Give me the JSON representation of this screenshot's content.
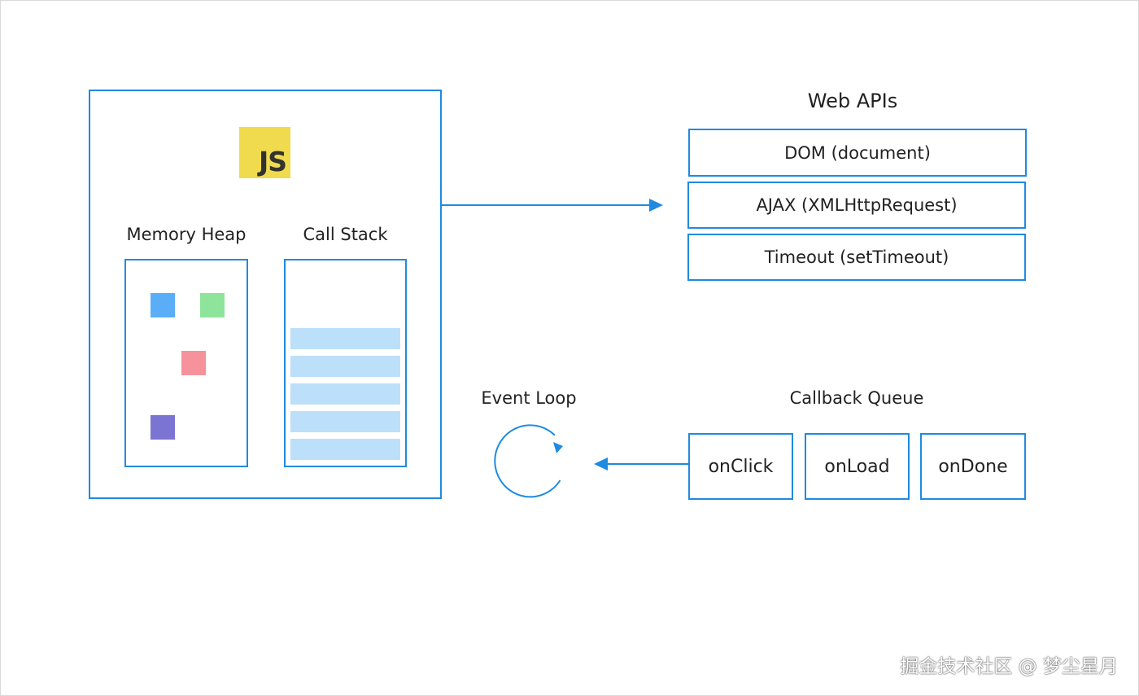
{
  "engine": {
    "logo_text": "JS",
    "memory_heap_label": "Memory Heap",
    "call_stack_label": "Call Stack",
    "heap_object_colors": [
      "#5aaef7",
      "#8ee49a",
      "#f5929c",
      "#7b74d2"
    ],
    "call_stack_frame_count": 5
  },
  "web_apis": {
    "title": "Web APIs",
    "items": [
      "DOM (document)",
      "AJAX (XMLHttpRequest)",
      "Timeout (setTimeout)"
    ]
  },
  "event_loop": {
    "label": "Event Loop"
  },
  "callback_queue": {
    "title": "Callback Queue",
    "items": [
      "onClick",
      "onLoad",
      "onDone"
    ]
  },
  "watermark": "掘金技术社区 @ 梦尘星月",
  "colors": {
    "accent": "#1f8ae0",
    "stack_frame": "#bcdffa",
    "js_yellow": "#f0db4f"
  }
}
